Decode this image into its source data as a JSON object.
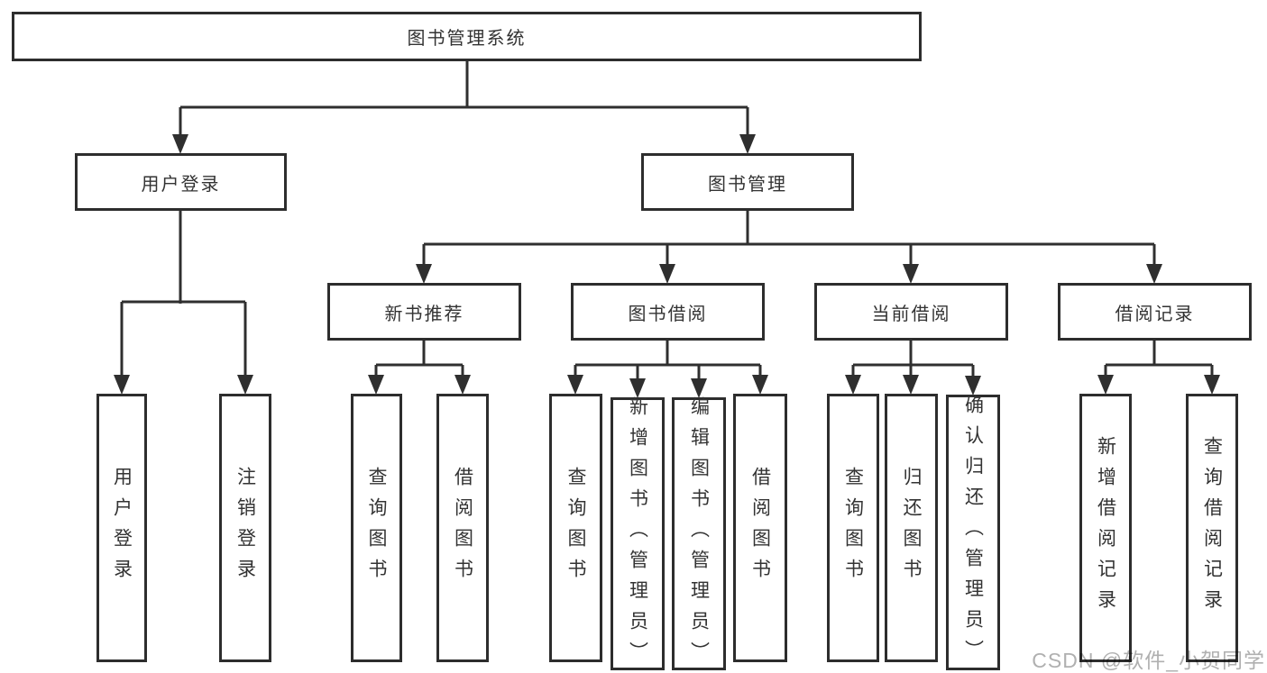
{
  "diagram_title": "图书管理系统",
  "nodes": {
    "root": "图书管理系统",
    "user_login": "用户登录",
    "book_mgmt": "图书管理",
    "new_book_rec": "新书推荐",
    "book_borrow": "图书借阅",
    "current_borrow": "当前借阅",
    "borrow_record": "借阅记录",
    "leaf_login": "用户登录",
    "leaf_logout": "注销登录",
    "leaf_rec_query": "查询图书",
    "leaf_rec_borrow": "借阅图书",
    "leaf_bb_query": "查询图书",
    "leaf_bb_add": "新增图书（管理员）",
    "leaf_bb_edit": "编辑图书（管理员）",
    "leaf_bb_borrow": "借阅图书",
    "leaf_cb_query": "查询图书",
    "leaf_cb_return": "归还图书",
    "leaf_cb_confirm": "确认归还（管理员）",
    "leaf_br_add": "新增借阅记录",
    "leaf_br_query": "查询借阅记录"
  },
  "watermark": "CSDN @软件_小贺同学",
  "colors": {
    "line": "#2f2f2f",
    "box_border": "#2d2d2d",
    "text": "#333333",
    "watermark": "#b0b0b0",
    "background": "#ffffff"
  }
}
